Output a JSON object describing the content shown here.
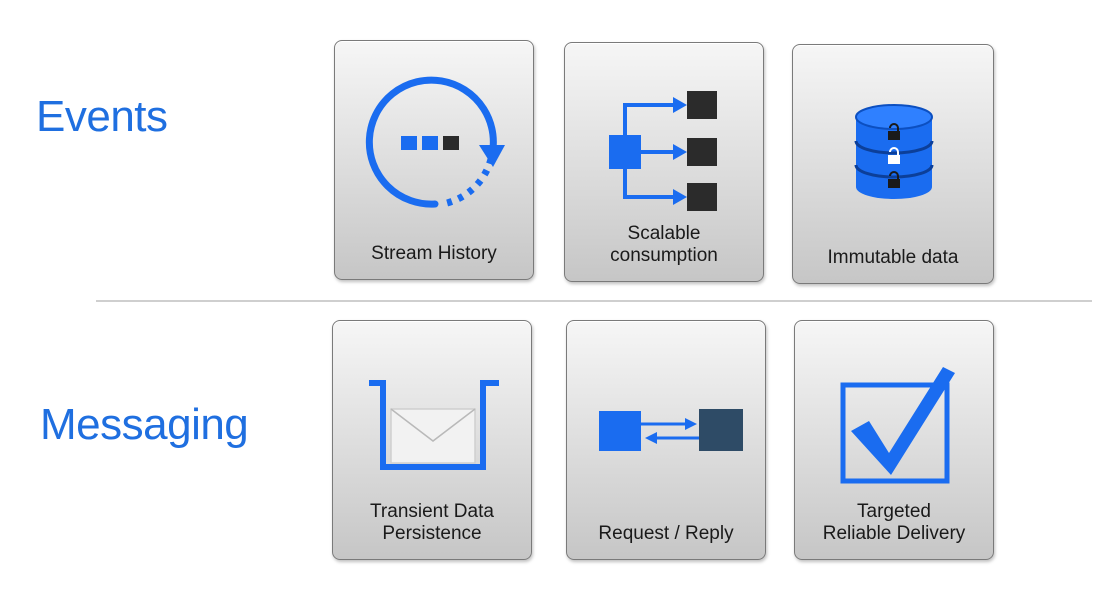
{
  "rows": {
    "events": "Events",
    "messaging": "Messaging"
  },
  "tiles": [
    {
      "label": "Stream History",
      "icon": "circular-stream-icon"
    },
    {
      "label": "Scalable\nconsumption",
      "icon": "fan-out-icon"
    },
    {
      "label": "Immutable data",
      "icon": "locked-database-icon"
    },
    {
      "label": "Transient Data\nPersistence",
      "icon": "envelope-in-bucket-icon"
    },
    {
      "label": "Request / Reply",
      "icon": "bidirectional-arrows-icon"
    },
    {
      "label": "Targeted\nReliable Delivery",
      "icon": "checkmark-box-icon"
    }
  ],
  "colors": {
    "accent": "#1f6fe0",
    "icon_blue": "#1a6cf0",
    "dark_square": "#2b2b2b",
    "dark_slate": "#2e4b66"
  }
}
